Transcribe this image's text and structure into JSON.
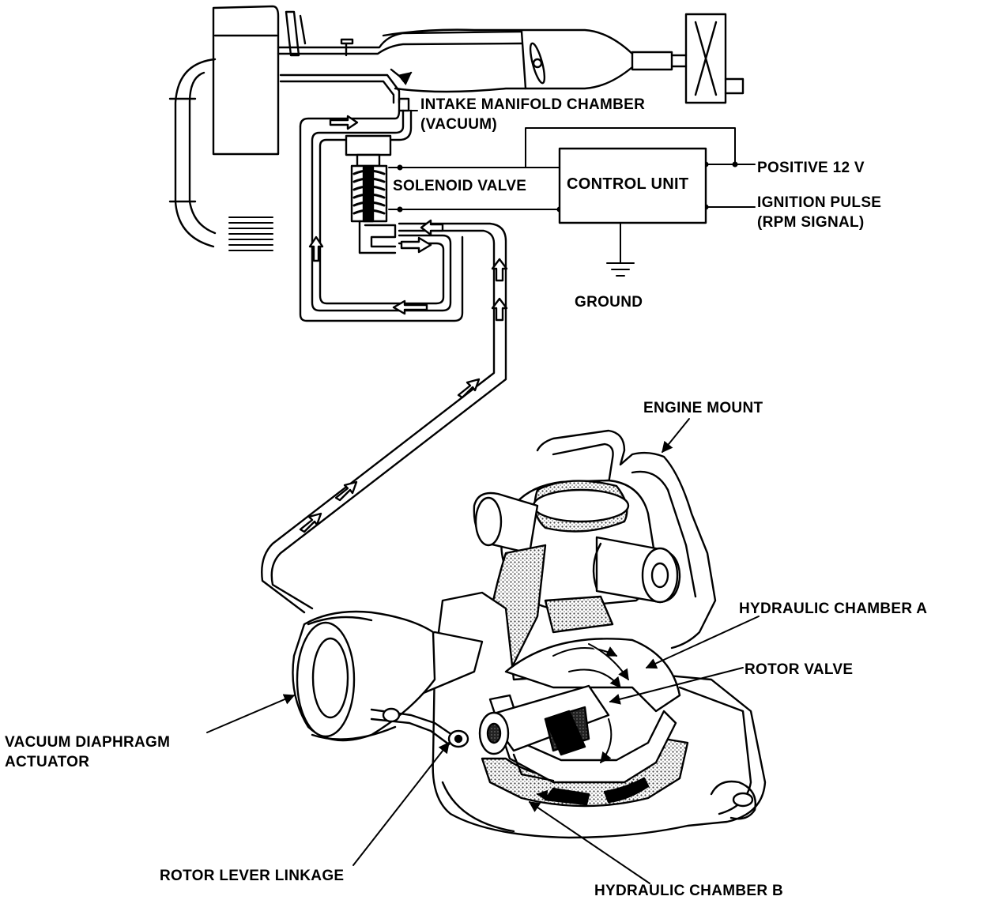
{
  "diagram": {
    "labels": {
      "intake_manifold_chamber": "INTAKE MANIFOLD CHAMBER",
      "vacuum": "(VACUUM)",
      "solenoid_valve": "SOLENOID VALVE",
      "control_unit": "CONTROL UNIT",
      "positive_12v": "POSITIVE 12 V",
      "ignition_pulse": "IGNITION PULSE",
      "rpm_signal": "(RPM SIGNAL)",
      "ground": "GROUND",
      "engine_mount": "ENGINE MOUNT",
      "hydraulic_chamber_a": "HYDRAULIC CHAMBER A",
      "rotor_valve": "ROTOR VALVE",
      "vacuum_diaphragm_actuator_line1": "VACUUM DIAPHRAGM",
      "vacuum_diaphragm_actuator_line2": "ACTUATOR",
      "rotor_lever_linkage": "ROTOR LEVER LINKAGE",
      "hydraulic_chamber_b": "HYDRAULIC CHAMBER B"
    }
  }
}
